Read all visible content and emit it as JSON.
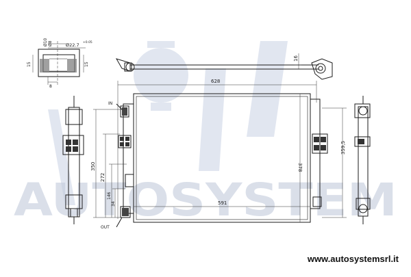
{
  "watermark": {
    "brand": "AUTOSYSTEM",
    "url": "www.autosystemsrl.it"
  },
  "detail": {
    "dia_top": "Ø8",
    "dia_top2": "Ø10",
    "dia_main": "Ø22.7",
    "dia_tol": "+0.05",
    "left_height": "15",
    "right_height": "15",
    "bottom_width": "8"
  },
  "dimensions": {
    "top_width": "628",
    "top_height": "16",
    "inner_width": "591",
    "core_height": "378",
    "left_350": "350",
    "left_272": "272",
    "left_146": "146",
    "left_34": "34",
    "right_height": "359,5"
  },
  "ports": {
    "in_label": "IN",
    "out_label": "OUT"
  }
}
